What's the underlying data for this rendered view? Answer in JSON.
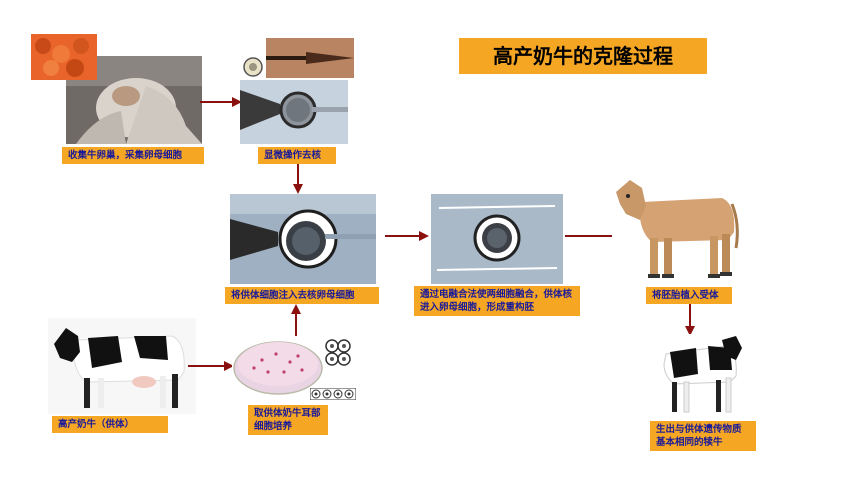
{
  "title": "高产奶牛的克隆过程",
  "steps": {
    "collect": "收集牛卵巢，采集卵母细胞",
    "enucleate": "显微操作去核",
    "inject": "将供体细胞注入去核卵母细胞",
    "fuse": "通过电融合法使两细胞融合，供体核进入卵母细胞，形成重构胚",
    "implant": "将胚胎植入受体",
    "donor": "高产奶牛（供体）",
    "culture": "取供体奶牛耳部细胞培养",
    "birth": "生出与供体遗传物质基本相同的犊牛"
  },
  "colors": {
    "label_bg": "#f5a623",
    "label_text": "#1a1a9a",
    "arrow": "#8b1010"
  }
}
